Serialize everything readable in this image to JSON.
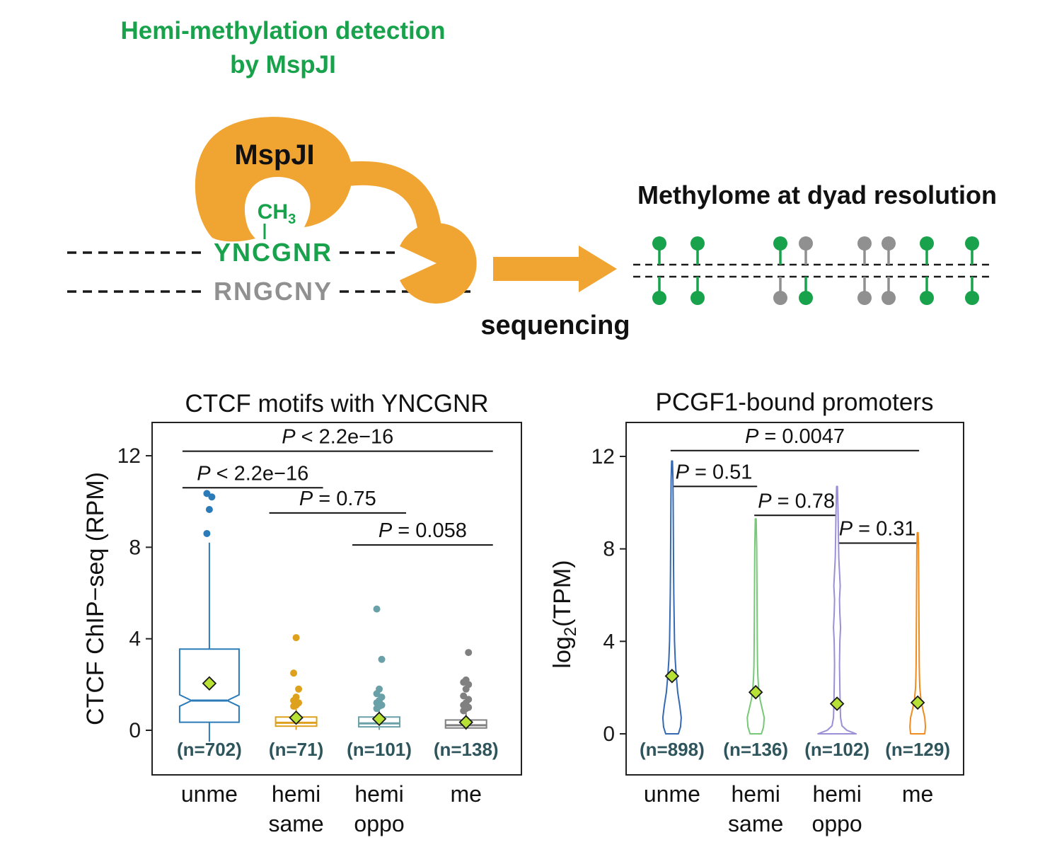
{
  "colors": {
    "green": "#18a24b",
    "gray": "#909090",
    "enzyme_orange": "#f0a431",
    "dash_black": "#1a1a1a",
    "n_label": "#2f555c",
    "mean_fill": "#b8e136",
    "mean_stroke": "#1a1a1a"
  },
  "diagram": {
    "title_line1": "Hemi-methylation detection",
    "title_line2": "by MspJI",
    "enzyme_label": "MspJI",
    "ch3_base": "CH",
    "ch3_sub": "3",
    "top_strand": "YNCGNR",
    "bottom_strand": "RNGCNY",
    "sequencing_label": "sequencing",
    "right_title": "Methylome at dyad resolution",
    "dyads": [
      {
        "top": "green",
        "bottom": "green"
      },
      {
        "top": "green",
        "bottom": "green"
      },
      {
        "top": "green",
        "bottom": "gray"
      },
      {
        "top": "gray",
        "bottom": "green"
      },
      {
        "top": "gray",
        "bottom": "gray"
      },
      {
        "top": "gray",
        "bottom": "gray"
      },
      {
        "top": "green",
        "bottom": "green"
      },
      {
        "top": "green",
        "bottom": "green"
      }
    ]
  },
  "chart_data": [
    {
      "type": "box",
      "title": "CTCF motifs with YNCGNR",
      "ylabel": "CTCF ChIP−seq (RPM)",
      "yticks": [
        0,
        4,
        8,
        12
      ],
      "ylim": [
        -2,
        13.5
      ],
      "grid": false,
      "categories": [
        "unme",
        "hemi\nsame",
        "hemi\noppo",
        "me"
      ],
      "n_labels": [
        "(n=702)",
        "(n=71)",
        "(n=101)",
        "(n=138)"
      ],
      "series": [
        {
          "name": "unme",
          "color": "#2b7bb9",
          "q1": 0.35,
          "median": 1.3,
          "q3": 3.55,
          "notch_low": 1.05,
          "notch_high": 1.55,
          "whisker_low": -0.5,
          "whisker_high": 8.2,
          "mean": 2.05,
          "outliers": [
            8.6,
            9.65,
            10.2,
            10.35
          ]
        },
        {
          "name": "hemi same",
          "color": "#dea11e",
          "q1": 0.18,
          "median": 0.33,
          "q3": 0.58,
          "whisker_low": 0.02,
          "whisker_high": 0.95,
          "mean": 0.55,
          "outliers": [
            1.05,
            1.1,
            1.2,
            1.3,
            1.45,
            1.8,
            2.5,
            4.05
          ]
        },
        {
          "name": "hemi oppo",
          "color": "#6aa1a8",
          "q1": 0.15,
          "median": 0.3,
          "q3": 0.58,
          "whisker_low": 0.02,
          "whisker_high": 0.95,
          "mean": 0.5,
          "outliers": [
            0.95,
            1.05,
            1.1,
            1.2,
            1.3,
            1.45,
            1.6,
            1.8,
            3.1,
            5.3
          ]
        },
        {
          "name": "me",
          "color": "#808080",
          "q1": 0.1,
          "median": 0.22,
          "q3": 0.45,
          "whisker_low": 0.02,
          "whisker_high": 0.78,
          "mean": 0.35,
          "outliers": [
            0.85,
            0.95,
            1.0,
            1.1,
            1.2,
            1.35,
            1.5,
            1.8,
            2.0,
            2.1,
            2.2,
            3.4
          ]
        }
      ],
      "p_annotations": [
        {
          "label": "P < 2.2e−16",
          "from": 0,
          "to": 3,
          "line_value": 12.2
        },
        {
          "label": "P < 2.2e−16",
          "from": 0,
          "to": 1,
          "line_value": 10.6
        },
        {
          "label": "P = 0.75",
          "from": 1,
          "to": 2,
          "line_value": 9.5
        },
        {
          "label": "P = 0.058",
          "from": 2,
          "to": 3,
          "line_value": 8.1
        }
      ]
    },
    {
      "type": "violin",
      "title": "PCGF1-bound promoters",
      "ylabel_pre": "log",
      "ylabel_sub": "2",
      "ylabel_post": "(TPM)",
      "yticks": [
        0,
        4,
        8,
        12
      ],
      "ylim": [
        -0.5,
        13.5
      ],
      "grid": false,
      "categories": [
        "unme",
        "hemi\nsame",
        "hemi\noppo",
        "me"
      ],
      "n_labels": [
        "(n=898)",
        "(n=136)",
        "(n=102)",
        "(n=129)"
      ],
      "series": [
        {
          "name": "unme",
          "color": "#3569b2",
          "max": 11.8,
          "mean": 2.5,
          "profile": [
            [
              0,
              9
            ],
            [
              0.3,
              12
            ],
            [
              0.7,
              13
            ],
            [
              1.2,
              11
            ],
            [
              1.8,
              8
            ],
            [
              2.5,
              6
            ],
            [
              3.2,
              4.5
            ],
            [
              4,
              3.5
            ],
            [
              5,
              3
            ],
            [
              6,
              2.5
            ],
            [
              7,
              2.2
            ],
            [
              8,
              2
            ],
            [
              9,
              1.8
            ],
            [
              10,
              1.6
            ],
            [
              11,
              1.3
            ],
            [
              11.8,
              0.6
            ]
          ]
        },
        {
          "name": "hemi same",
          "color": "#77c877",
          "max": 9.3,
          "mean": 1.8,
          "profile": [
            [
              0,
              8
            ],
            [
              0.3,
              11
            ],
            [
              0.7,
              12
            ],
            [
              1.1,
              9
            ],
            [
              1.5,
              6
            ],
            [
              2,
              4
            ],
            [
              2.5,
              3
            ],
            [
              3,
              2.5
            ],
            [
              4,
              2.2
            ],
            [
              5,
              2
            ],
            [
              6,
              1.8
            ],
            [
              7,
              1.6
            ],
            [
              8,
              1.4
            ],
            [
              9.3,
              0.6
            ]
          ]
        },
        {
          "name": "hemi oppo",
          "color": "#9b8fd6",
          "max": 10.7,
          "mean": 1.3,
          "profile": [
            [
              0,
              27
            ],
            [
              0.15,
              14
            ],
            [
              0.35,
              7
            ],
            [
              0.7,
              5
            ],
            [
              1.2,
              4.5
            ],
            [
              2,
              4
            ],
            [
              3,
              3.5
            ],
            [
              4,
              4
            ],
            [
              4.6,
              5
            ],
            [
              5.2,
              4
            ],
            [
              5.8,
              3.5
            ],
            [
              6.4,
              4.5
            ],
            [
              7,
              3.5
            ],
            [
              7.6,
              2.5
            ],
            [
              8.5,
              2
            ],
            [
              9.5,
              1.5
            ],
            [
              10.7,
              0.6
            ]
          ]
        },
        {
          "name": "me",
          "color": "#ef8c1f",
          "max": 8.7,
          "mean": 1.35,
          "profile": [
            [
              0,
              10
            ],
            [
              0.3,
              11
            ],
            [
              0.7,
              10
            ],
            [
              1.1,
              7
            ],
            [
              1.5,
              4.5
            ],
            [
              2,
              3
            ],
            [
              2.5,
              2.5
            ],
            [
              3,
              2.2
            ],
            [
              4,
              2
            ],
            [
              5,
              1.8
            ],
            [
              6,
              1.6
            ],
            [
              7,
              1.4
            ],
            [
              8,
              1.2
            ],
            [
              8.7,
              0.6
            ]
          ]
        }
      ],
      "p_annotations": [
        {
          "label": "P = 0.0047",
          "from": 0,
          "to": 3,
          "line_value": 12.25
        },
        {
          "label": "P = 0.51",
          "from": 0,
          "to": 1,
          "line_value": 10.7
        },
        {
          "label": "P = 0.78",
          "from": 1,
          "to": 2,
          "line_value": 9.45
        },
        {
          "label": "P = 0.31",
          "from": 2,
          "to": 3,
          "line_value": 8.25
        }
      ]
    }
  ]
}
